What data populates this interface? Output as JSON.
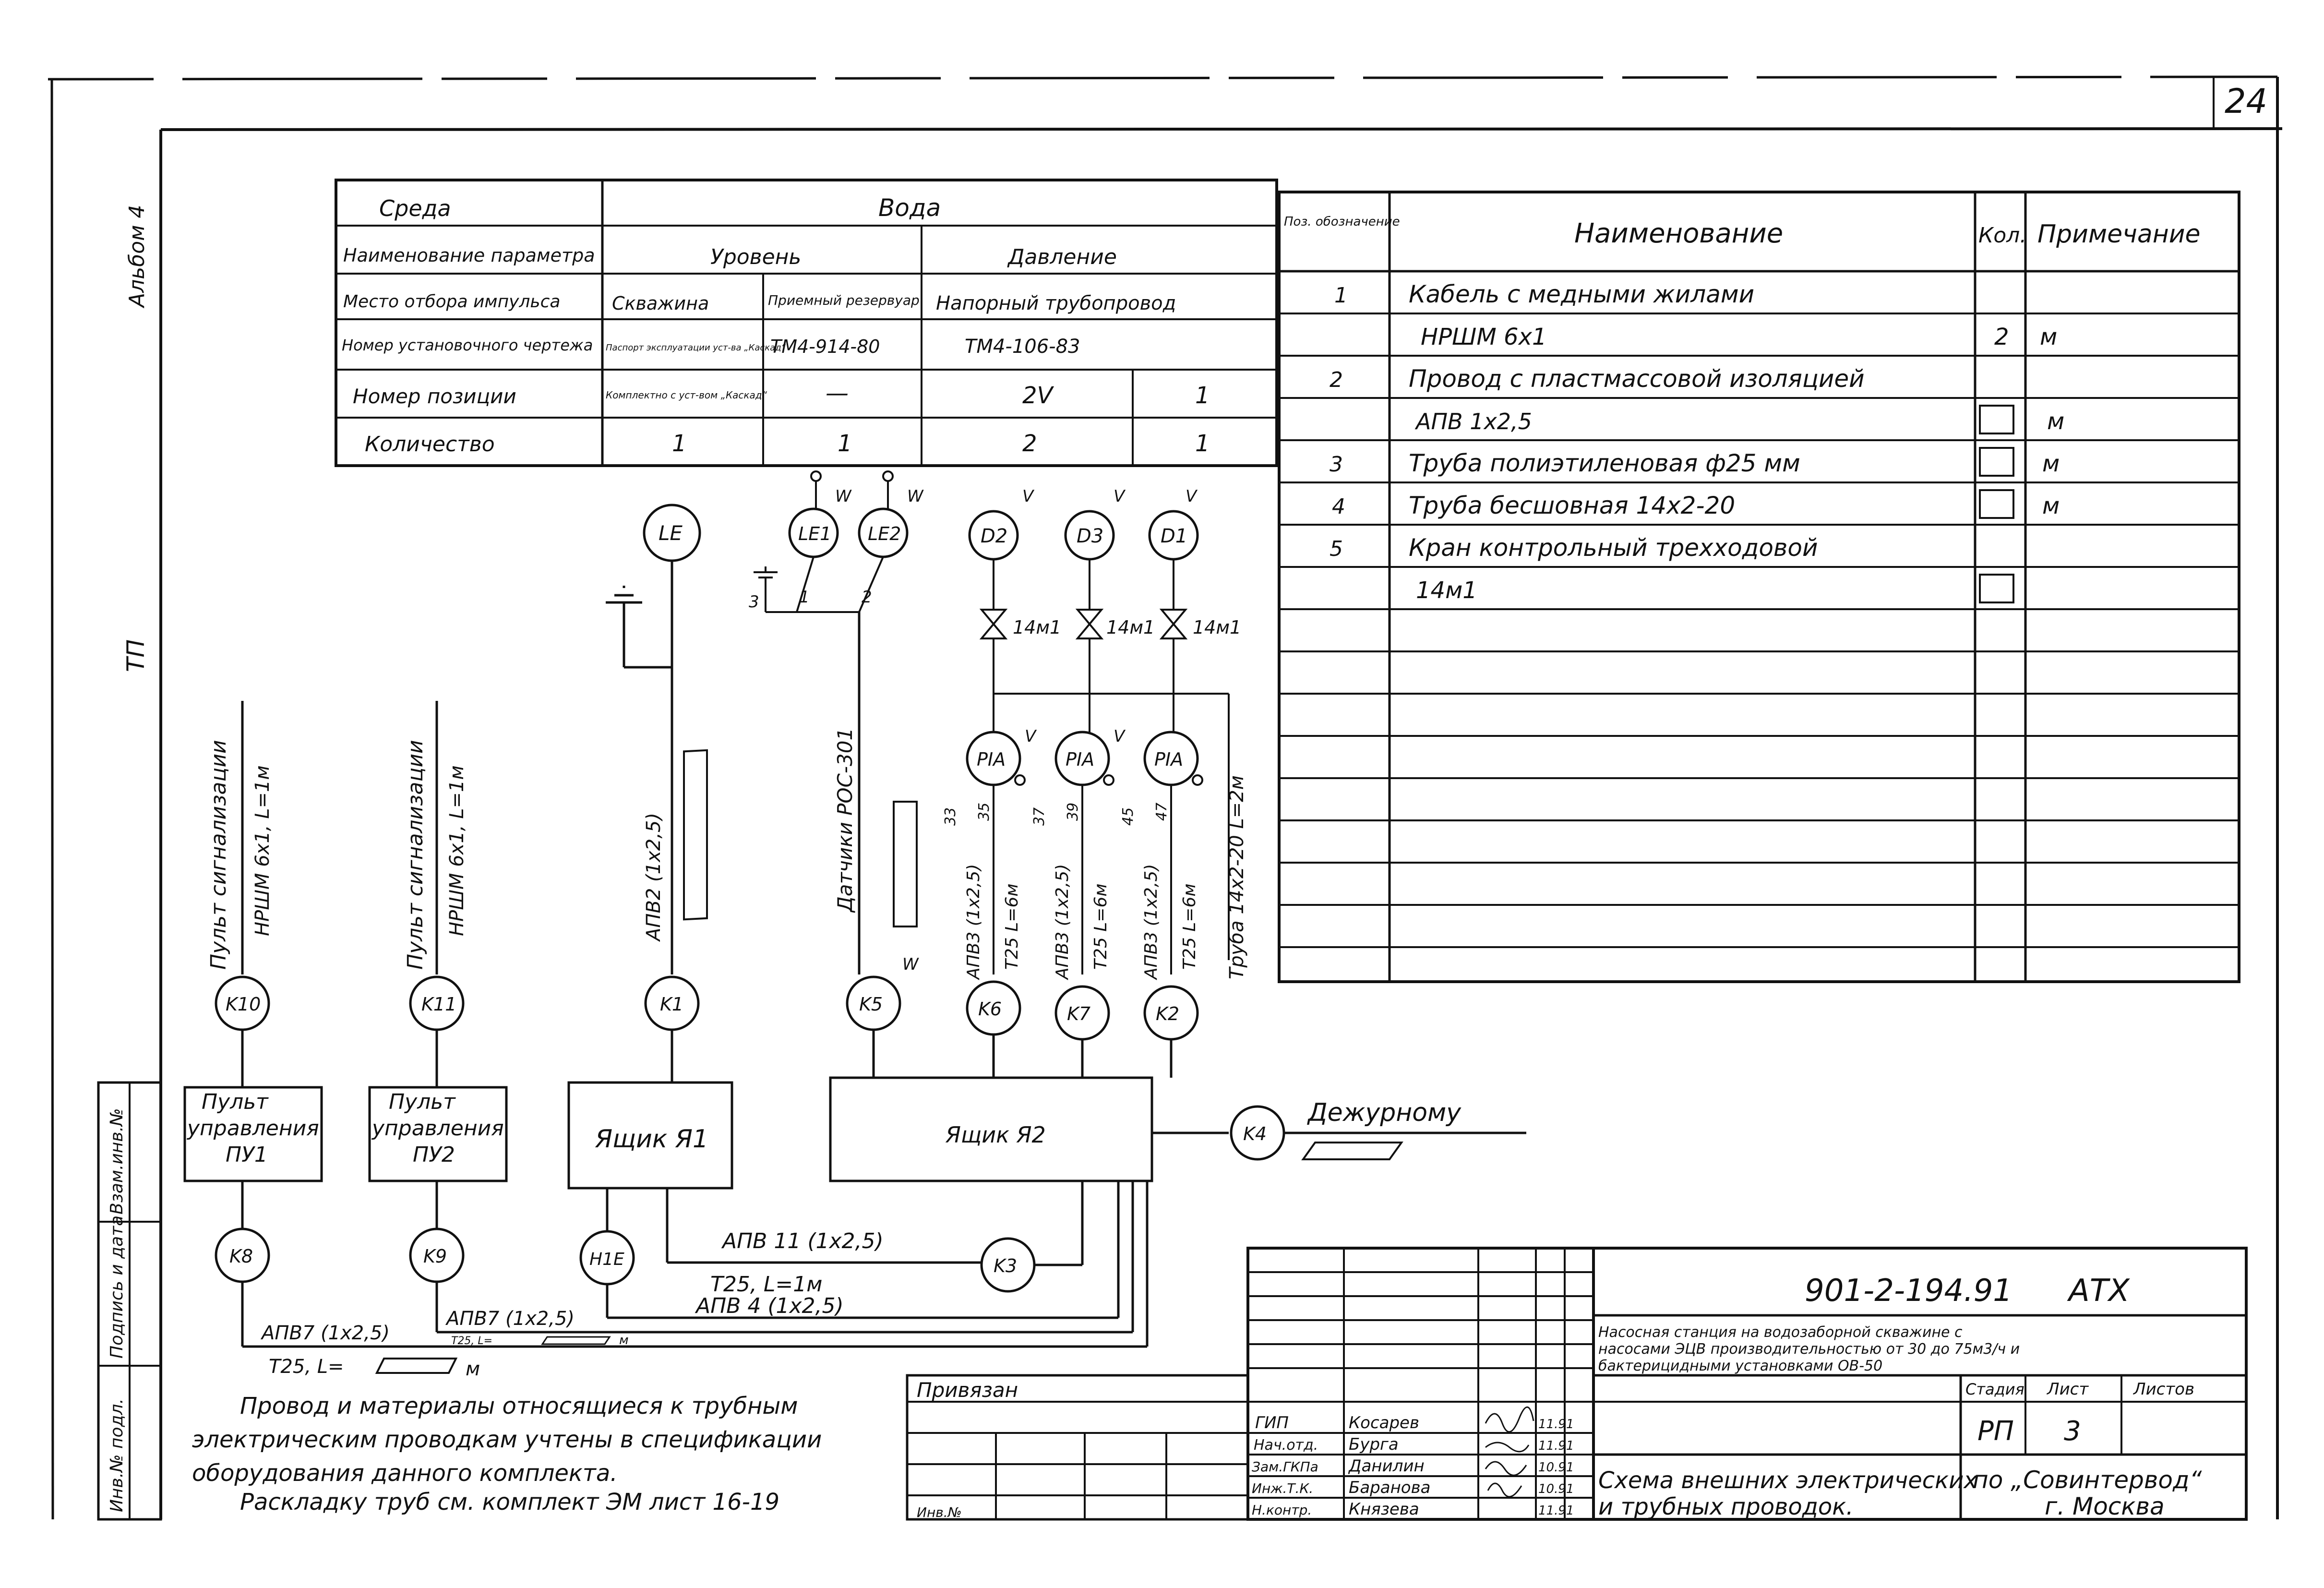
{
  "sheet": {
    "corner_number": "24",
    "margin_labels": {
      "album": "Альбом 4",
      "tp": "ТП",
      "inv_podl": "Инв.№ подл.",
      "sign_date": "Подпись и дата",
      "vzam_inv": "Взам.инв.№"
    }
  },
  "param_table": {
    "rows": [
      {
        "label": "Среда",
        "cells": [
          "Вода"
        ]
      },
      {
        "label": "Наименование параметра",
        "cells": [
          "Уровень",
          "Давление"
        ]
      },
      {
        "label": "Место отбора импульса",
        "cells": [
          "Скважина",
          "Приемный резервуар",
          "Напорный трубопровод"
        ]
      },
      {
        "label": "Номер установочного чертежа",
        "cells": [
          "Паспорт эксплуатации уст-ва „Каскад“",
          "ТМ4-914-80",
          "ТМ4-106-83"
        ]
      },
      {
        "label": "Номер позиции",
        "cells": [
          "Комплектно с уст-вом „Каскад“",
          "—",
          "2V",
          "1"
        ]
      },
      {
        "label": "Количество",
        "cells": [
          "1",
          "1",
          "2",
          "1"
        ]
      }
    ]
  },
  "spec_table": {
    "headers": {
      "pos": "Поз. обозначение",
      "name": "Наименование",
      "qty": "Кол.",
      "note": "Примечание"
    },
    "rows": [
      {
        "pos": "1",
        "name": "Кабель с медными жилами",
        "qty": "",
        "note": ""
      },
      {
        "pos": "",
        "name": "НРШМ 6х1",
        "qty": "2",
        "note": "м"
      },
      {
        "pos": "2",
        "name": "Провод с пластмассовой изоляцией",
        "qty": "",
        "note": ""
      },
      {
        "pos": "",
        "name": "АПВ 1х2,5",
        "qty": "",
        "note": "м"
      },
      {
        "pos": "3",
        "name": "Труба полиэтиленовая ф25 мм",
        "qty": "",
        "note": "м"
      },
      {
        "pos": "4",
        "name": "Труба бесшовная 14х2-20",
        "qty": "",
        "note": "м"
      },
      {
        "pos": "5",
        "name": "Кран контрольный трехходовой",
        "qty": "",
        "note": ""
      },
      {
        "pos": "",
        "name": "14м1",
        "qty": "",
        "note": ""
      }
    ]
  },
  "diagram": {
    "sensors": {
      "le": "LE",
      "le1": "LE1",
      "le2": "LE2",
      "d2": "D2",
      "d3": "D3",
      "d1": "D1",
      "pia": "PIA"
    },
    "markers": {
      "w": "W",
      "v": "V"
    },
    "valves": "14м1",
    "terminals": {
      "t3": "3",
      "t1": "1",
      "t2": "2",
      "n33": "33",
      "n35": "35",
      "n37": "37",
      "n39": "39",
      "n45": "45",
      "n47": "47"
    },
    "connectors": {
      "k10": "K10",
      "k11": "K11",
      "k1": "K1",
      "k5": "K5",
      "k6": "K6",
      "k7": "K7",
      "k2": "K2",
      "k4": "K4",
      "k8": "K8",
      "k9": "K9",
      "k3": "K3",
      "h1e": "H1E"
    },
    "boxes": {
      "py1": [
        "Пульт",
        "управления",
        "ПУ1"
      ],
      "py2": [
        "Пульт",
        "управления",
        "ПУ2"
      ],
      "ya1": "Ящик Я1",
      "ya2": "Ящик Я2"
    },
    "cable_labels": {
      "k10_line": [
        "Пульт сигнализации",
        "НРШМ 6х1, L=1м"
      ],
      "k11_line": [
        "Пульт сигнализации",
        "НРШМ 6х1, L=1м"
      ],
      "k1_line": "АПВ2 (1х2,5)",
      "k5_line": "Датчики РОС-301",
      "k6_line": [
        "АПВ3 (1х2,5)",
        "Т25 L=6м"
      ],
      "k7_line": [
        "АПВ3 (1х2,5)",
        "Т25 L=6м"
      ],
      "k2_line": [
        "АПВ3 (1х2,5)",
        "Т25 L=6м"
      ],
      "k2_tube": "Труба 14х2-20 L=2м",
      "k4_line": "Дежурному",
      "k3_line": [
        "АПВ 11 (1х2,5)",
        "Т25, L=1м"
      ],
      "apv4": "АПВ 4 (1х2,5)",
      "k8_line": [
        "АПВ7 (1х2,5)",
        "Т25, L="
      ],
      "k9_line": [
        "АПВ7 (1х2,5)",
        "Т25, L="
      ],
      "unit_m": "м"
    }
  },
  "notes": [
    "Провод и материалы относящиеся к трубным",
    "электрическим проводкам учтены в спецификации",
    "оборудования данного комплекта.",
    "Раскладку труб см. комплект ЭМ лист 16-19"
  ],
  "title_block": {
    "doc_code": "901-2-194.91",
    "doc_mark": "АТХ",
    "project_desc": [
      "Насосная станция на водозаборной скважине с",
      "насосами ЭЦВ производительностью от 30 до 75м3/ч и",
      "бактерицидными установками ОВ-50"
    ],
    "privyazan": "Привязан",
    "inv_no": "Инв.№",
    "staff": [
      {
        "role": "ГИП",
        "name": "Косарев",
        "date": "11.91"
      },
      {
        "role": "Нач.отд.",
        "name": "Бурга",
        "date": "11.91"
      },
      {
        "role": "Зам.ГКПа",
        "name": "Данилин",
        "date": "10.91"
      },
      {
        "role": "Инж.Т.К.",
        "name": "Баранова",
        "date": "10.91"
      },
      {
        "role": "Н.контр.",
        "name": "Князева",
        "date": "11.91"
      }
    ],
    "stage_head": "Стадия",
    "sheet_head": "Лист",
    "sheets_head": "Листов",
    "stage": "РП",
    "sheet": "3",
    "drawing_title": [
      "Схема внешних электрических",
      "и трубных проводок."
    ],
    "org": [
      "по „Совинтервод“",
      "г. Москва"
    ]
  }
}
